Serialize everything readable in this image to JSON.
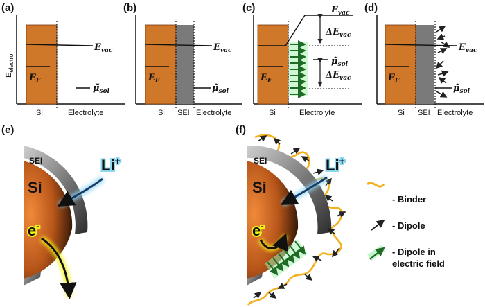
{
  "panels_top": {
    "a": {
      "label": "(a)",
      "x_labels": [
        "Si",
        "Electrolyte"
      ]
    },
    "b": {
      "label": "(b)",
      "x_labels": [
        "Si",
        "SEI",
        "Electrolyte"
      ]
    },
    "c": {
      "label": "(c)",
      "x_labels": [
        "Si",
        "Electrolyte"
      ]
    },
    "d": {
      "label": "(d)",
      "x_labels": [
        "Si",
        "SEI",
        "Electrolyte"
      ]
    }
  },
  "y_axis": {
    "main": "E",
    "sub": "electron"
  },
  "energy_labels": {
    "evac_main": "E",
    "evac_sub": "vac",
    "ef_main": "E",
    "ef_sub": "F",
    "mu_main": "μ̃",
    "mu_sub": "sol",
    "delta_main": "ΔE",
    "delta_sub": "vac"
  },
  "panels_bottom": {
    "e": {
      "label": "(e)",
      "sei": "SEI",
      "si": "Si",
      "li": "Li",
      "li_sup": "+",
      "e": "e",
      "e_sup": "-"
    },
    "f": {
      "label": "(f)",
      "sei": "SEI",
      "si": "Si",
      "li": "Li",
      "li_sup": "+",
      "e": "e",
      "e_sup": "-"
    }
  },
  "legend": {
    "binder": "- Binder",
    "dipole": "- Dipole",
    "dipole_field_1": "- Dipole in",
    "dipole_field_2": "electric field"
  },
  "colors": {
    "silicon": "#d0782a",
    "sei": "#7a7a7a",
    "binder": "#f2b21e",
    "li_glow": "#8fd6f0",
    "electron_glow": "#f4f01a",
    "field_arrow": "#1f8a2e",
    "field_glow": "#a6f0b0"
  }
}
